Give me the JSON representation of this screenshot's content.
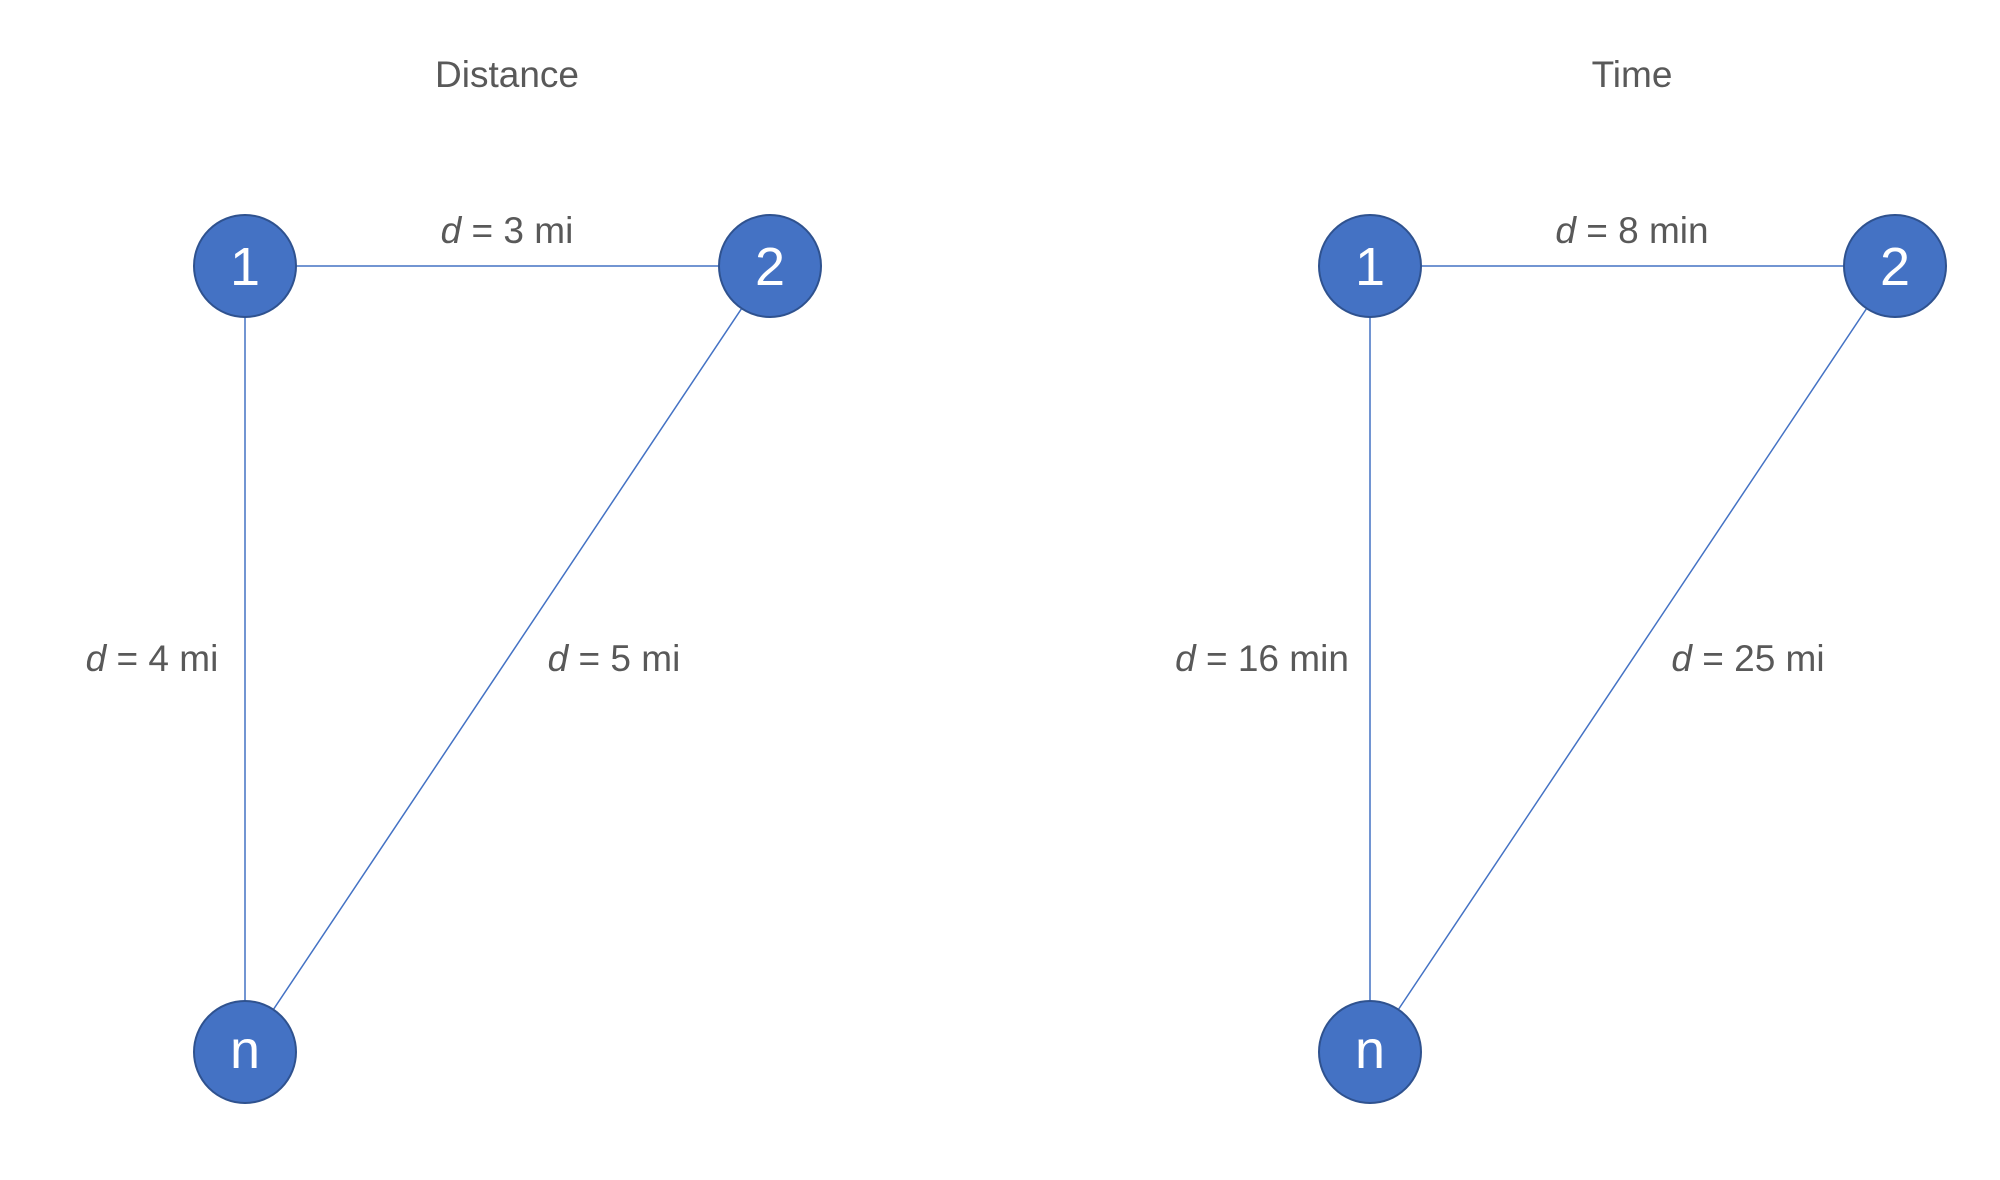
{
  "panels": [
    {
      "title": "Distance",
      "nodes": {
        "n1": "1",
        "n2": "2",
        "nn": "n"
      },
      "edges": {
        "e12": {
          "var": "d",
          "text": " = 3 mi"
        },
        "e1n": {
          "var": "d",
          "text": " = 4 mi"
        },
        "e2n": {
          "var": "d",
          "text": " = 5 mi"
        }
      }
    },
    {
      "title": "Time",
      "nodes": {
        "n1": "1",
        "n2": "2",
        "nn": "n"
      },
      "edges": {
        "e12": {
          "var": "d",
          "text": " = 8 min"
        },
        "e1n": {
          "var": "d",
          "text": " = 16 min"
        },
        "e2n": {
          "var": "d",
          "text": " = 25 mi"
        }
      }
    }
  ],
  "colors": {
    "node_fill": "#4472c4",
    "node_stroke": "#2f528f",
    "edge": "#4472c4",
    "text": "#595959"
  }
}
